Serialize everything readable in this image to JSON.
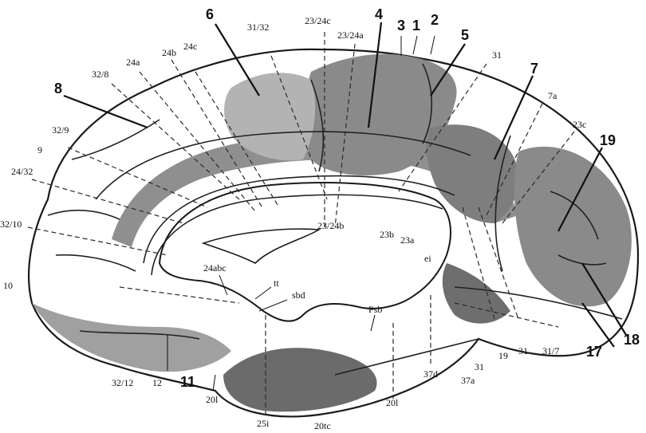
{
  "colors": {
    "background": "#ffffff",
    "cortex_light": "#c9c9c9",
    "cortex_mid": "#a7a7a7",
    "cortex_dark": "#7c7c7c",
    "cortex_darkest": "#5e5e5e",
    "white_matter": "#ffffff",
    "outline": "#1a1a1a"
  },
  "labels": {
    "area_6": "6",
    "area_31_32": "31/32",
    "area_23_24c": "23/24c",
    "area_23_24a": "23/24a",
    "area_4": "4",
    "area_3": "3",
    "area_1": "1",
    "area_2": "2",
    "area_5": "5",
    "area_31_top": "31",
    "area_7": "7",
    "area_7a": "7a",
    "area_23c": "23c",
    "area_19": "19",
    "area_24c": "24c",
    "area_24b": "24b",
    "area_24a": "24a",
    "area_32_8": "32/8",
    "area_8": "8",
    "area_32_9": "32/9",
    "area_9": "9",
    "area_24_32": "24/32",
    "area_32_10": "32/10",
    "area_10": "10",
    "area_23_24b": "23/24b",
    "area_23b": "23b",
    "area_23a": "23a",
    "area_ei": "ei",
    "area_24abc": "24abc",
    "area_tt": "tt",
    "area_sbd": "sbd",
    "area_psb": "Psb",
    "area_32_12": "32/12",
    "area_12": "12",
    "area_11": "11",
    "area_20l_left": "20l",
    "area_25i": "25i",
    "area_20tc": "20tc",
    "area_20l_right": "20l",
    "area_37d": "37d",
    "area_37a": "37a",
    "area_31_bottom": "31",
    "area_19_bottom": "19",
    "area_31_lower": "31",
    "area_31_7": "31/7",
    "area_17": "17",
    "area_18": "18"
  }
}
